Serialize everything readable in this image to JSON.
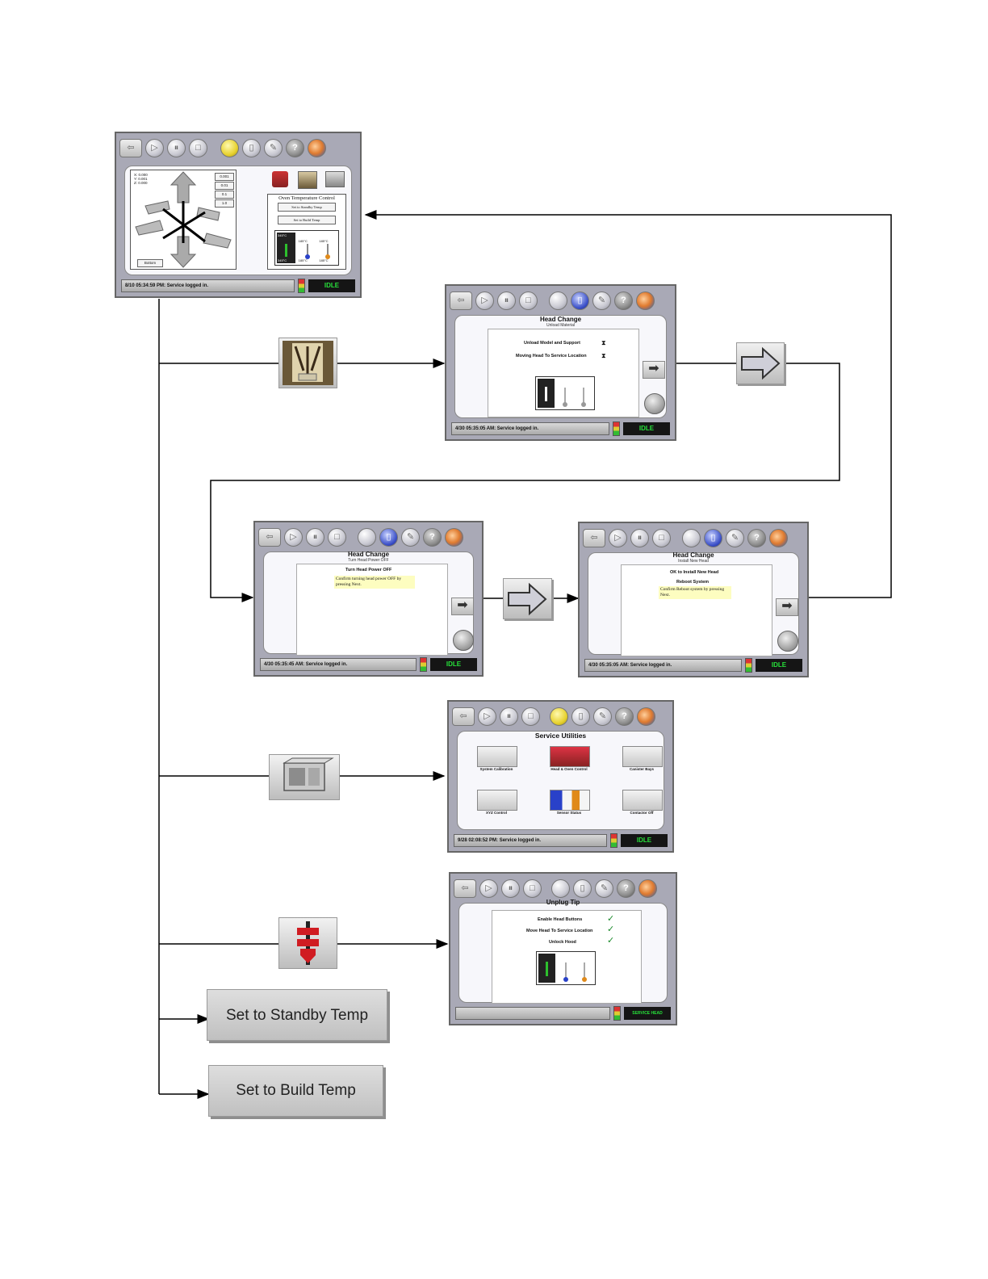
{
  "main_screen": {
    "coords": [
      "X: 0.000",
      "Y: 0.001",
      "Z: 0.000"
    ],
    "step_sizes": [
      "0.001",
      "0.01",
      "0.1",
      "1.0"
    ],
    "bottom_label": "Bottom",
    "panel_title": "Oven Temperature Control",
    "standby_btn": "Set to Standby Temp",
    "build_btn": "Set to Build Temp",
    "therm_top": [
      "345°C",
      "185°C",
      "185°C"
    ],
    "therm_bottom": [
      "345°C",
      "185°C",
      "185°C"
    ],
    "status": "8/10 05:34:59 PM: Service logged in.",
    "state": "IDLE"
  },
  "head_change_1": {
    "title": "Head Change",
    "subtitle": "Unload Material",
    "items": [
      "Unload Model and Support",
      "Moving Head To Service Location"
    ],
    "status": "4/30 05:35:05 AM: Service logged in.",
    "state": "IDLE"
  },
  "head_change_2": {
    "title": "Head Change",
    "subtitle": "Turn Head Power OFF",
    "heading": "Turn Head Power OFF",
    "note": "Confirm turning head power OFF by pressing Next.",
    "status": "4/30 05:35:45 AM: Service logged in.",
    "state": "IDLE"
  },
  "head_change_3": {
    "title": "Head Change",
    "subtitle": "Install New Head",
    "line1": "OK to Install New Head",
    "heading": "Reboot System",
    "note": "Confirm Reboot system by pressing Next.",
    "status": "4/30 05:35:05 AM: Service logged in.",
    "state": "IDLE"
  },
  "service_utilities": {
    "title": "Service Utilities",
    "items": [
      "System Calibration",
      "Head & Oven Control",
      "Canister Bays",
      "XYZ Control",
      "Sensor Status",
      "Contactor Off"
    ],
    "status": "9/28 02:08:52 PM: Service logged in.",
    "state": "IDLE"
  },
  "unplug_tip": {
    "title": "Unplug Tip",
    "items": [
      "Enable Head Buttons",
      "Move Head To Service Location",
      "Unlock Hood"
    ],
    "status": "",
    "state": "SERVICE HEAD"
  },
  "buttons": {
    "standby": "Set to Standby Temp",
    "build": "Set to Build Temp"
  },
  "icons": {
    "toolbar": [
      "back-icon",
      "play-icon",
      "pause-icon",
      "stop-icon",
      "bulb-icon",
      "door-icon",
      "wrench-icon",
      "help-icon",
      "user-icon"
    ],
    "nodes": [
      "head-change-icon",
      "service-utilities-icon",
      "head-oven-icon"
    ]
  },
  "colors": {
    "screen_frame": "#a9a9b6",
    "idle_text": "#27e13a",
    "note_highlight": "#fdfdc0",
    "line": "#000000"
  }
}
